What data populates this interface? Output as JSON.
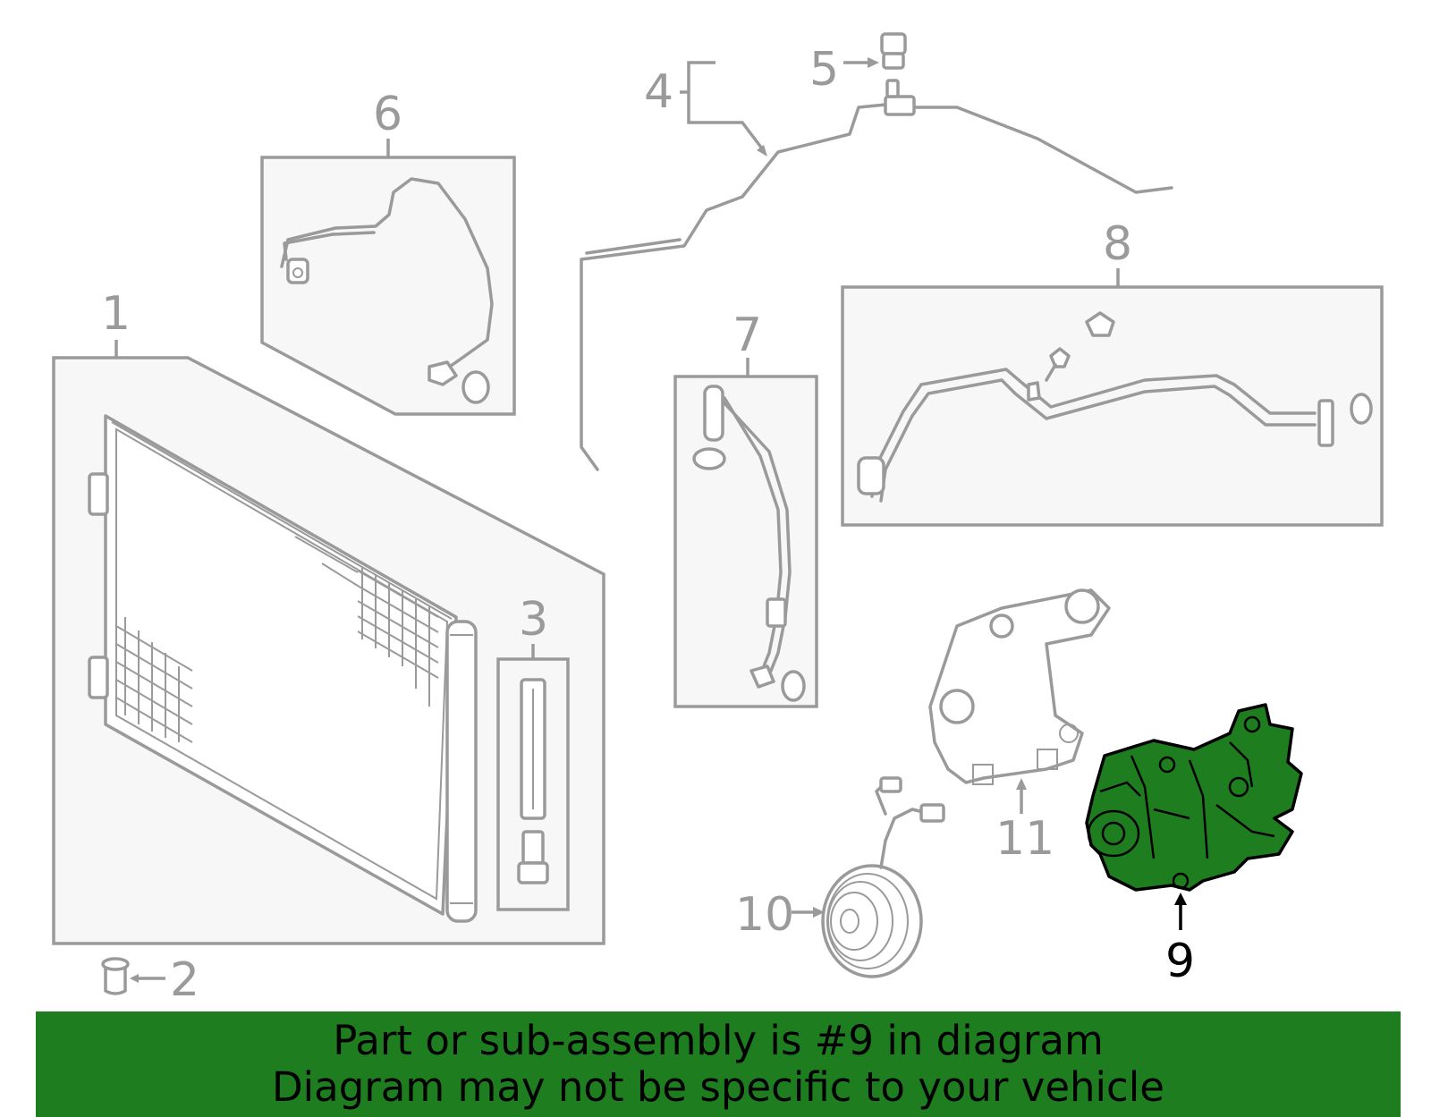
{
  "callouts": {
    "c1": "1",
    "c2": "2",
    "c3": "3",
    "c4": "4",
    "c5": "5",
    "c6": "6",
    "c7": "7",
    "c8": "8",
    "c9": "9",
    "c10": "10",
    "c11": "11"
  },
  "highlight": {
    "callout": "9",
    "color": "#1e7d1e"
  },
  "banner": {
    "line1": "Part or sub-assembly is #9 in diagram",
    "line2": "Diagram may not be specific to your vehicle",
    "color": "#1e7d1e"
  }
}
